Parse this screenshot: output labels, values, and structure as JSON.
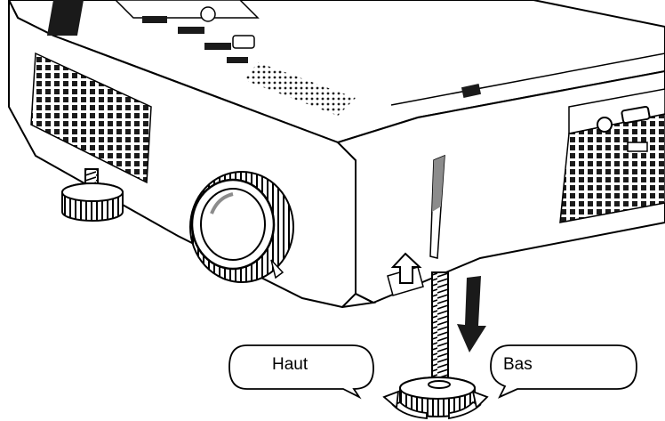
{
  "labels": {
    "raise": "Haut",
    "lower": "Bas"
  },
  "colors": {
    "line": "#000000",
    "fill": "#ffffff",
    "shade": "#8c8c8c",
    "dark": "#1a1a1a"
  },
  "icons": [
    "projector-body",
    "lens",
    "adjustable-foot",
    "release-button",
    "up-arrow-icon",
    "down-arrow-icon",
    "rotate-arrow-icon"
  ]
}
